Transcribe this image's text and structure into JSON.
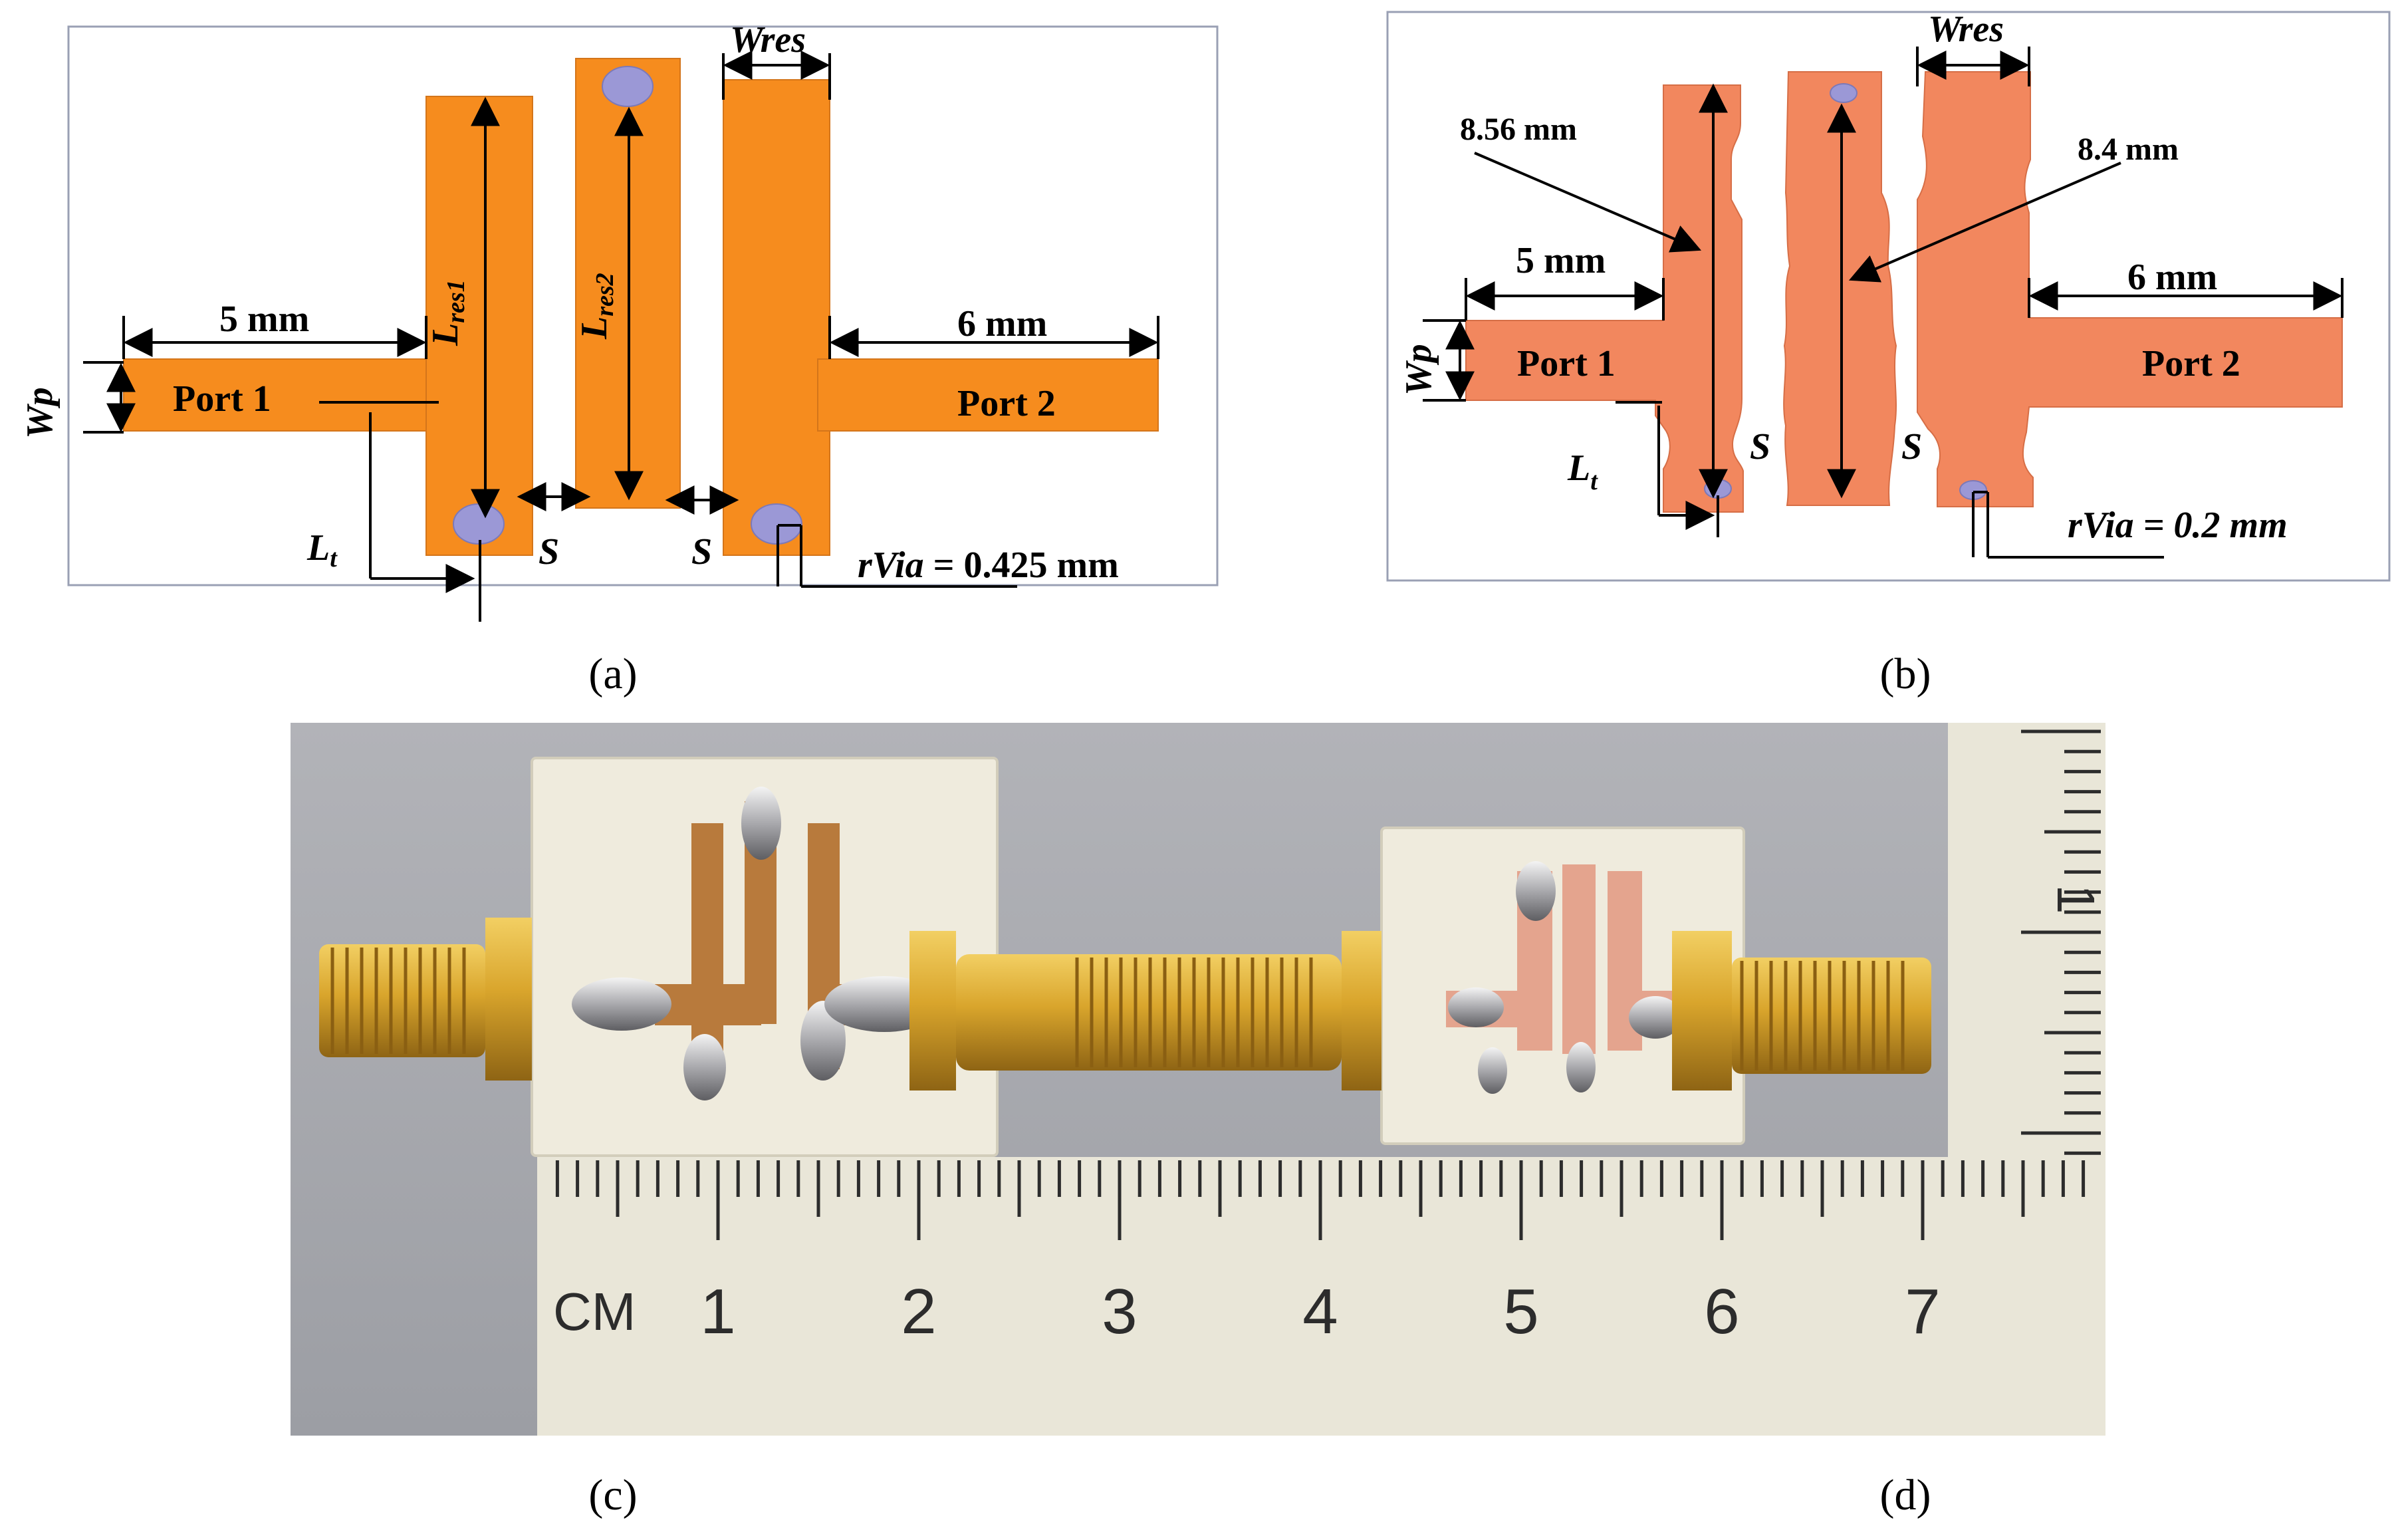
{
  "colors": {
    "trace_a": "#F68C1E",
    "trace_b": "#F2875E",
    "via": "#9B98D6",
    "ruler": "#E9E6D8",
    "photo_bg": "#A7A9AF",
    "substrate": "#EFEBDD",
    "gold": "#D9A52C"
  },
  "panel_a": {
    "dim_port1": "5 mm",
    "dim_port2": "6 mm",
    "port1": "Port 1",
    "port2": "Port 2",
    "wp_label": "Wp",
    "wres_label": "Wres",
    "lres1_main": "L",
    "lres1_sub": "res1",
    "lres2_main": "L",
    "lres2_sub": "res2",
    "lt_main": "L",
    "lt_sub": "t",
    "s_label_1": "S",
    "s_label_2": "S",
    "rvia_label": "rVia",
    "rvia_value": " = 0.425 mm"
  },
  "panel_b": {
    "dim_port1": "5 mm",
    "dim_port2": "6 mm",
    "port1": "Port 1",
    "port2": "Port 2",
    "wp_label": "Wp",
    "wres_label": "Wres",
    "len_left": "8.56 mm",
    "len_mid": "8.4 mm",
    "lt_main": "L",
    "lt_sub": "t",
    "s_label_1": "S",
    "s_label_2": "S",
    "rvia_text": "rVia = 0.2 mm"
  },
  "ruler": {
    "unit_label": "CM",
    "bottom_numbers": [
      "1",
      "2",
      "3",
      "4",
      "5",
      "6",
      "7"
    ],
    "side_number": "1"
  },
  "captions": {
    "a": "(a)",
    "b": "(b)",
    "c": "(c)",
    "d": "(d)"
  }
}
